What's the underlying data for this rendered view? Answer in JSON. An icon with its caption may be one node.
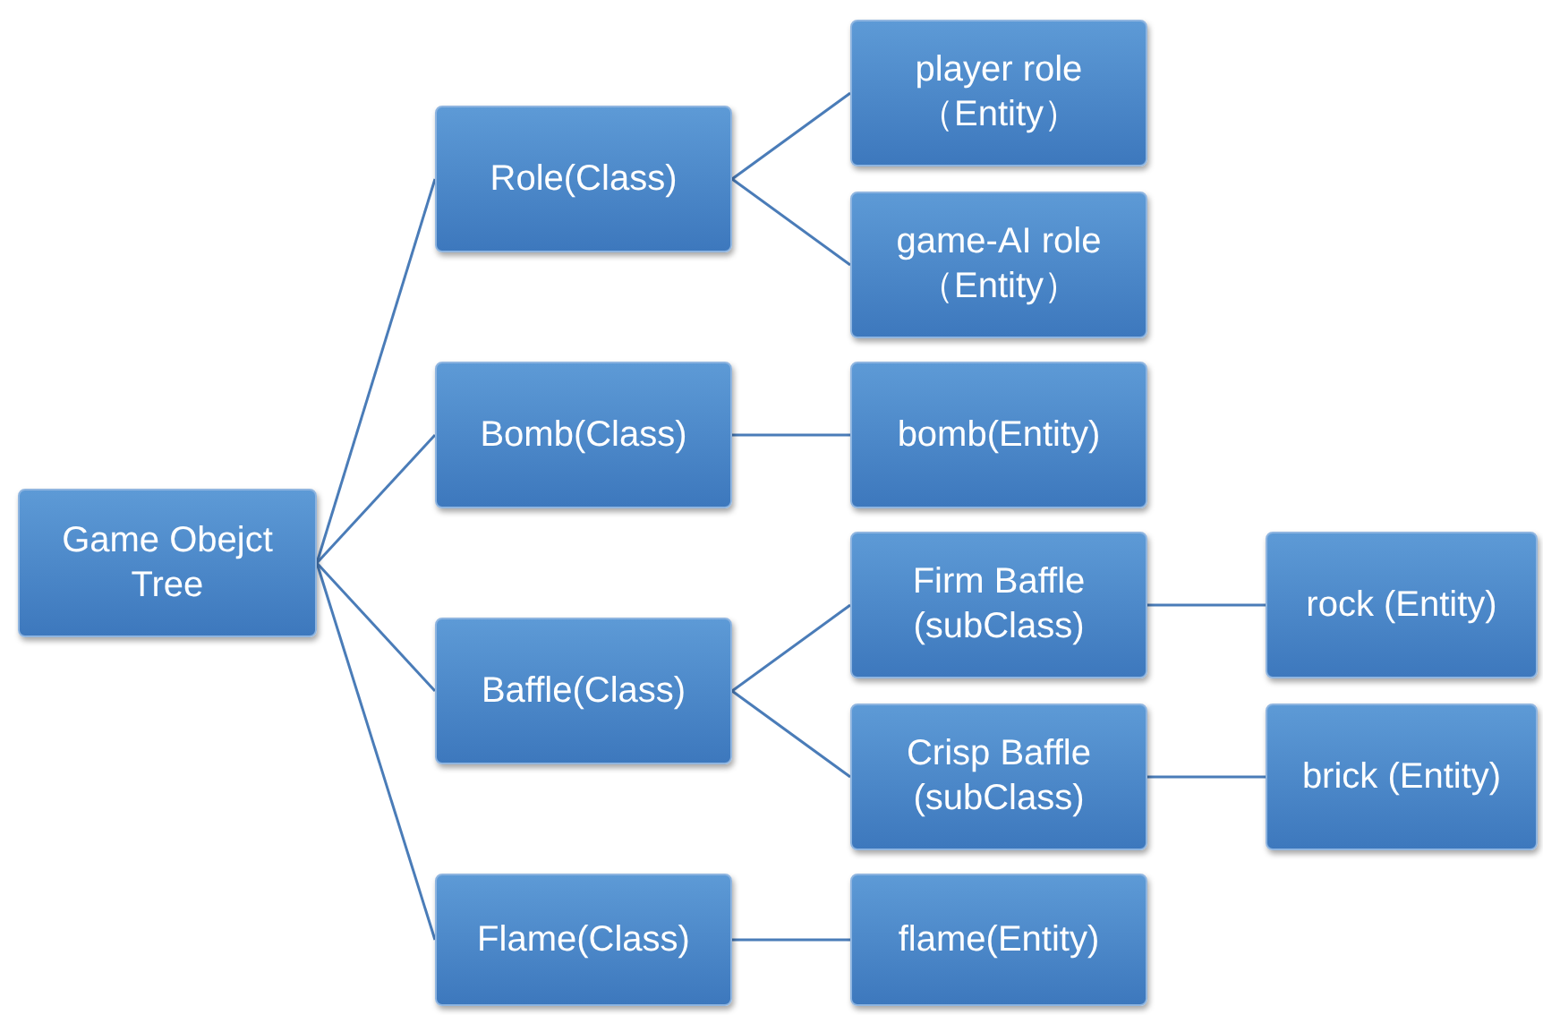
{
  "diagram": {
    "nodes": [
      {
        "text": [
          "Game Obejct Tree"
        ]
      },
      {
        "text": [
          "Role(Class)"
        ]
      },
      {
        "text": [
          "player role （Entity）"
        ]
      },
      {
        "text": [
          "game-AI role （Entity）"
        ]
      },
      {
        "text": [
          "Bomb(Class)"
        ]
      },
      {
        "text": [
          "bomb(Entity)"
        ]
      },
      {
        "text": [
          "Baffle(Class)"
        ]
      },
      {
        "text": [
          "Firm Baffle (subClass)"
        ]
      },
      {
        "text": [
          "rock (Entity)"
        ]
      },
      {
        "text": [
          "Crisp Baffle (subClass)"
        ]
      },
      {
        "text": [
          "brick (Entity)"
        ]
      },
      {
        "text": [
          "Flame(Class)"
        ]
      },
      {
        "text": [
          "flame(Entity)"
        ]
      }
    ],
    "edges": [
      {
        "from": 0,
        "to": 1,
        "arrow": "none"
      },
      {
        "from": 0,
        "to": 4,
        "arrow": "none"
      },
      {
        "from": 0,
        "to": 6,
        "arrow": "none"
      },
      {
        "from": 0,
        "to": 11,
        "arrow": "none"
      },
      {
        "from": 1,
        "to": 2,
        "arrow": "none"
      },
      {
        "from": 1,
        "to": 3,
        "arrow": "none"
      },
      {
        "from": 4,
        "to": 5,
        "arrow": "none"
      },
      {
        "from": 6,
        "to": 7,
        "arrow": "none"
      },
      {
        "from": 6,
        "to": 9,
        "arrow": "none"
      },
      {
        "from": 7,
        "to": 8,
        "arrow": "none"
      },
      {
        "from": 9,
        "to": 10,
        "arrow": "none"
      },
      {
        "from": 11,
        "to": 12,
        "arrow": "none"
      }
    ]
  }
}
